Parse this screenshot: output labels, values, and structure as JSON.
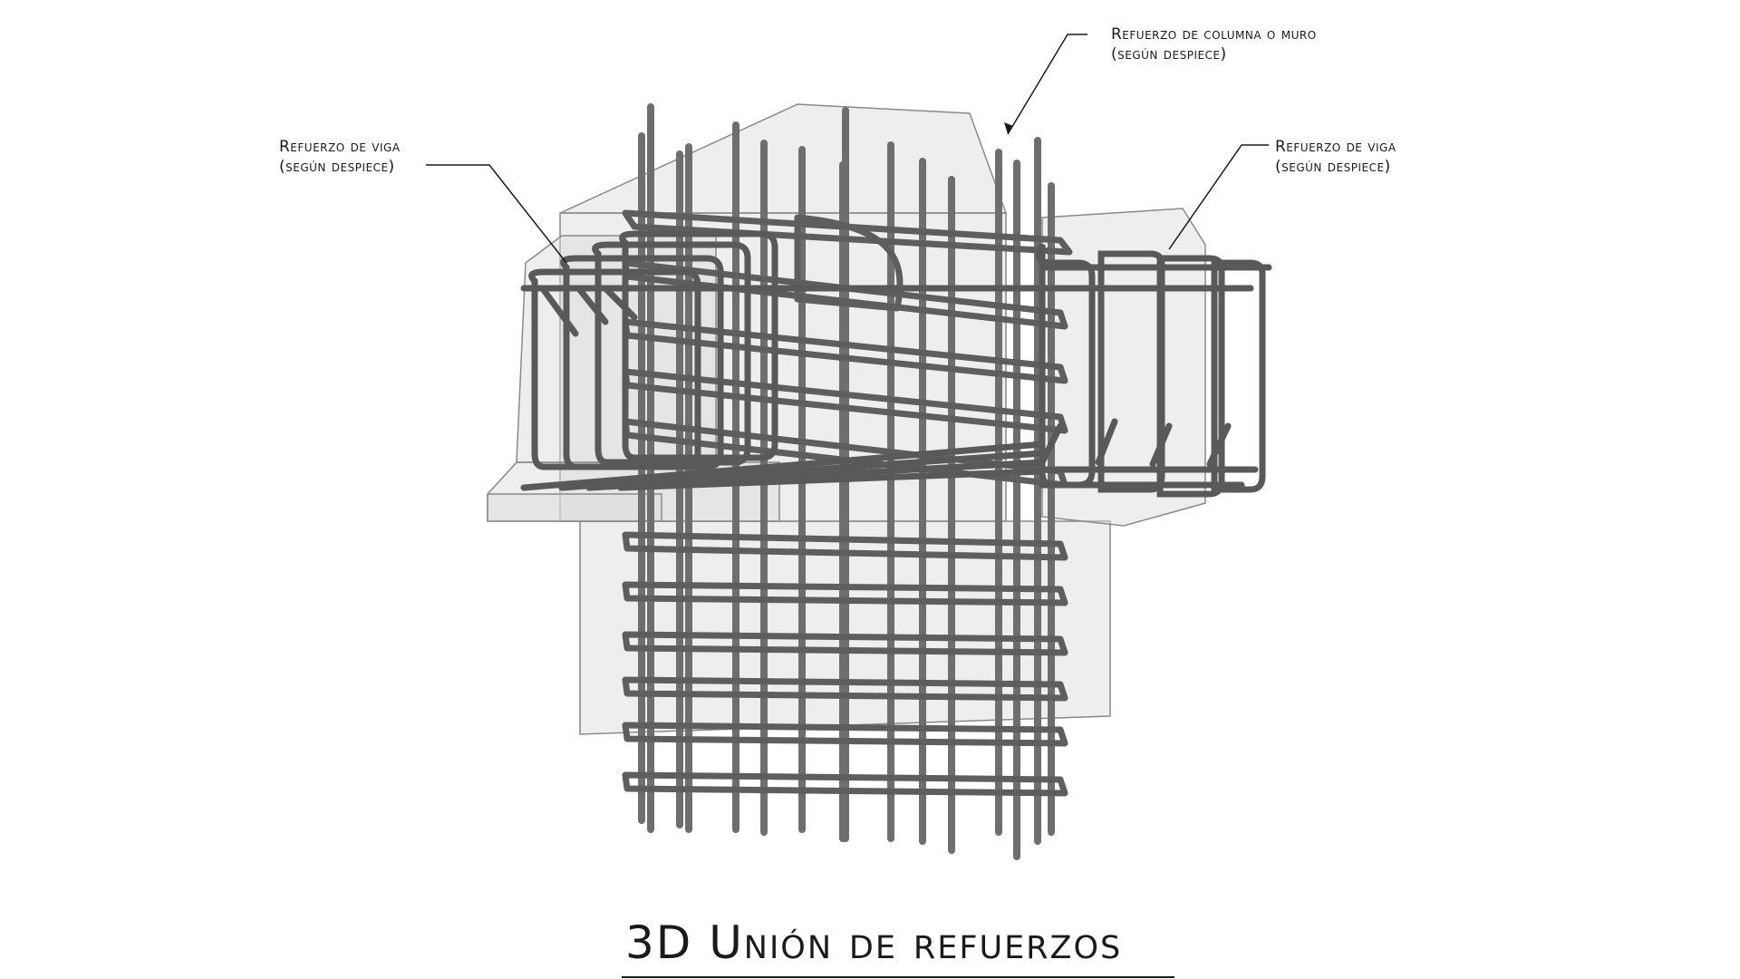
{
  "title": "3D Unión de refuerzos",
  "callouts": {
    "left_beam": {
      "line1": "Refuerzo de viga",
      "line2": "(según despiece)"
    },
    "column": {
      "line1": "Refuerzo de columna o muro",
      "line2": "(según despiece)"
    },
    "right_beam": {
      "line1": "Refuerzo de viga",
      "line2": "(según despiece)"
    }
  },
  "colors": {
    "concrete": "#d9d9d9",
    "bar": "#7a7a7a",
    "bar_dark": "#3c3c3c",
    "ink": "#1a1a1a"
  }
}
